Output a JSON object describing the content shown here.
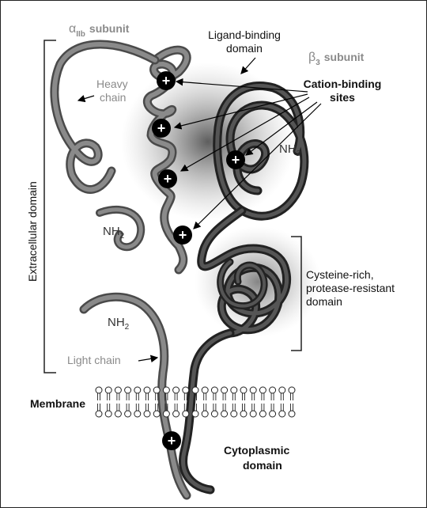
{
  "labels": {
    "alpha_greek": "α",
    "alpha_sub": "IIb",
    "alpha_suffix": "subunit",
    "beta_greek": "β",
    "beta_sub": "3",
    "beta_suffix": "subunit",
    "ligand_line1": "Ligand-binding",
    "ligand_line2": "domain",
    "cation_line1": "Cation-binding",
    "cation_line2": "sites",
    "heavy_line1": "Heavy",
    "heavy_line2": "chain",
    "nh2_text": "NH",
    "nh2_sub": "2",
    "extracellular": "Extracellular domain",
    "cysteine_line1": "Cysteine-rich,",
    "cysteine_line2": "protease-resistant",
    "cysteine_line3": "domain",
    "light_chain": "Light chain",
    "membrane": "Membrane",
    "cytoplasmic_line1": "Cytoplasmic",
    "cytoplasmic_line2": "domain",
    "plus": "+"
  },
  "colors": {
    "alpha_chain": "#6e6e6e",
    "beta_chain": "#3a3a3a",
    "glow": "#7a7a7a",
    "marker": "#000000"
  }
}
